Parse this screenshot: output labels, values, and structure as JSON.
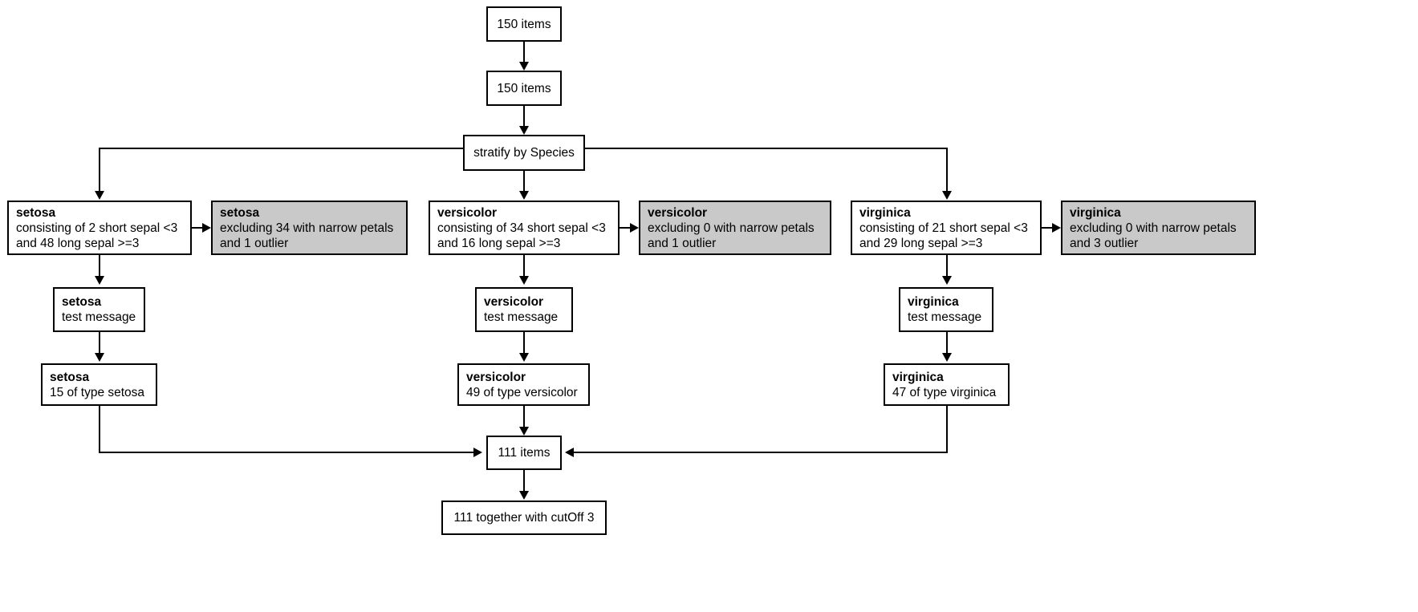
{
  "diagram": {
    "type": "consort-style-flowchart",
    "colors": {
      "node_fill": "#ffffff",
      "node_fill_excluded": "#c9c9c9",
      "stroke": "#000000",
      "text": "#000000",
      "background": "#ffffff"
    },
    "nodes": {
      "start": {
        "label": "150 items"
      },
      "second": {
        "label": "150 items"
      },
      "stratify": {
        "label": "stratify by Species"
      },
      "setosa_main": {
        "title": "setosa",
        "line1": "consisting of 2 short sepal <3",
        "line2": "and 48 long sepal >=3"
      },
      "setosa_excluded": {
        "title": "setosa",
        "line1": "excluding 34 with narrow petals",
        "line2": "and 1 outlier"
      },
      "versicolor_main": {
        "title": "versicolor",
        "line1": "consisting of 34 short sepal <3",
        "line2": "and 16 long sepal >=3"
      },
      "versicolor_excluded": {
        "title": "versicolor",
        "line1": "excluding 0 with narrow petals",
        "line2": "and 1 outlier"
      },
      "virginica_main": {
        "title": "virginica",
        "line1": "consisting of 21 short sepal <3",
        "line2": "and 29 long sepal >=3"
      },
      "virginica_excluded": {
        "title": "virginica",
        "line1": "excluding 0 with narrow petals",
        "line2": "and 3 outlier"
      },
      "setosa_test": {
        "title": "setosa",
        "line1": "test message"
      },
      "versicolor_test": {
        "title": "versicolor",
        "line1": "test message"
      },
      "virginica_test": {
        "title": "virginica",
        "line1": "test message"
      },
      "setosa_count": {
        "title": "setosa",
        "line1": "15 of type setosa"
      },
      "versicolor_count": {
        "title": "versicolor",
        "line1": "49 of type versicolor"
      },
      "virginica_count": {
        "title": "virginica",
        "line1": "47 of type virginica"
      },
      "merge": {
        "label": "111 items"
      },
      "final": {
        "label": "111 together with cutOff 3"
      }
    }
  }
}
